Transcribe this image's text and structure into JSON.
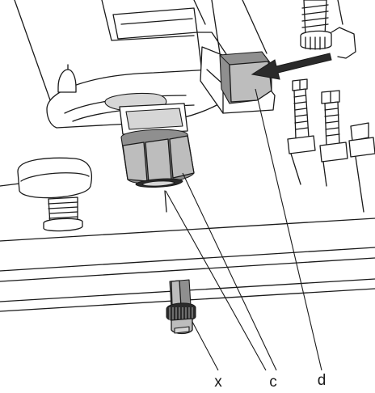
{
  "callouts": {
    "x": "x",
    "c": "c",
    "d": "d"
  },
  "colors": {
    "line": "#1a1a1a",
    "part_fill": "#bdbdbd",
    "part_shadow": "#8f8f8f",
    "pad_fill": "#a9a9a9",
    "arrow": "#1a1a1a"
  }
}
